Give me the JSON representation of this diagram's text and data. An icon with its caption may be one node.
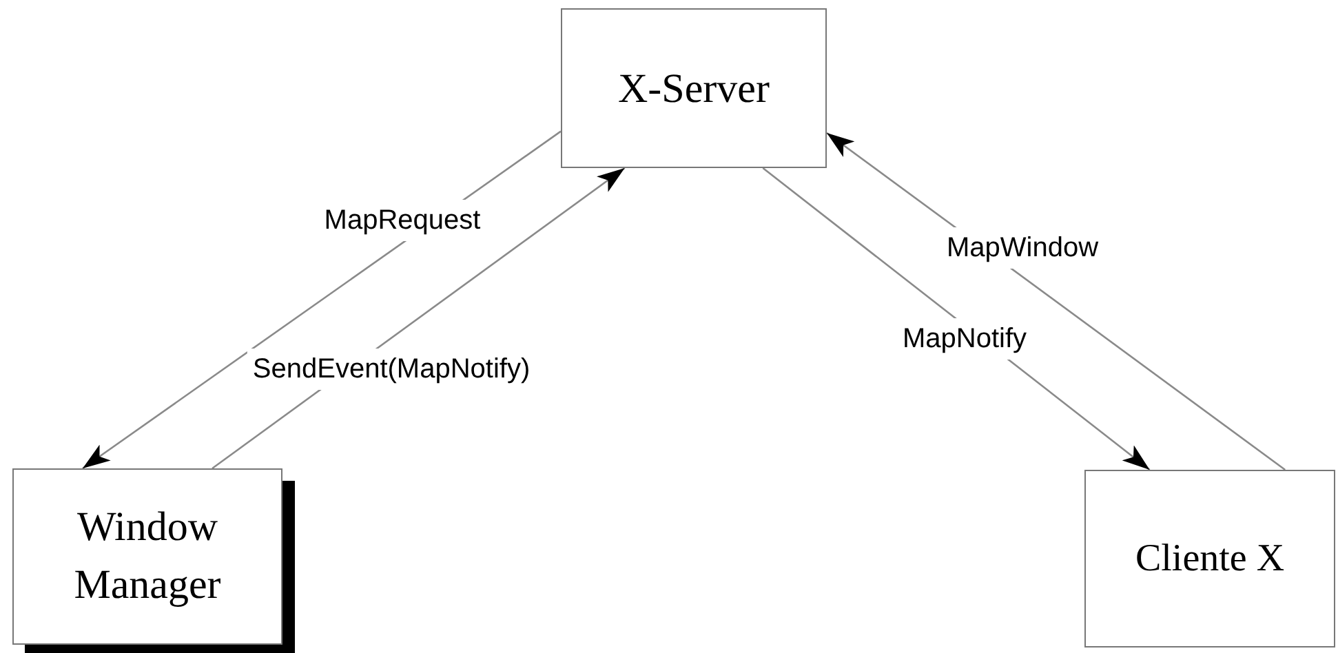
{
  "diagram": {
    "nodes": [
      {
        "text": [
          "X-Server"
        ]
      },
      {
        "text": [
          "Window Manager"
        ]
      },
      {
        "text": [
          "Cliente X"
        ]
      }
    ],
    "edges": [
      {
        "from": 0,
        "to": 1,
        "arrow": "to",
        "label": "MapRequest"
      },
      {
        "from": 1,
        "to": 0,
        "arrow": "to",
        "label": "SendEvent(MapNotify)"
      },
      {
        "from": 0,
        "to": 2,
        "arrow": "to",
        "label": "MapNotify"
      },
      {
        "from": 2,
        "to": 0,
        "arrow": "to",
        "label": "MapWindow"
      }
    ]
  }
}
